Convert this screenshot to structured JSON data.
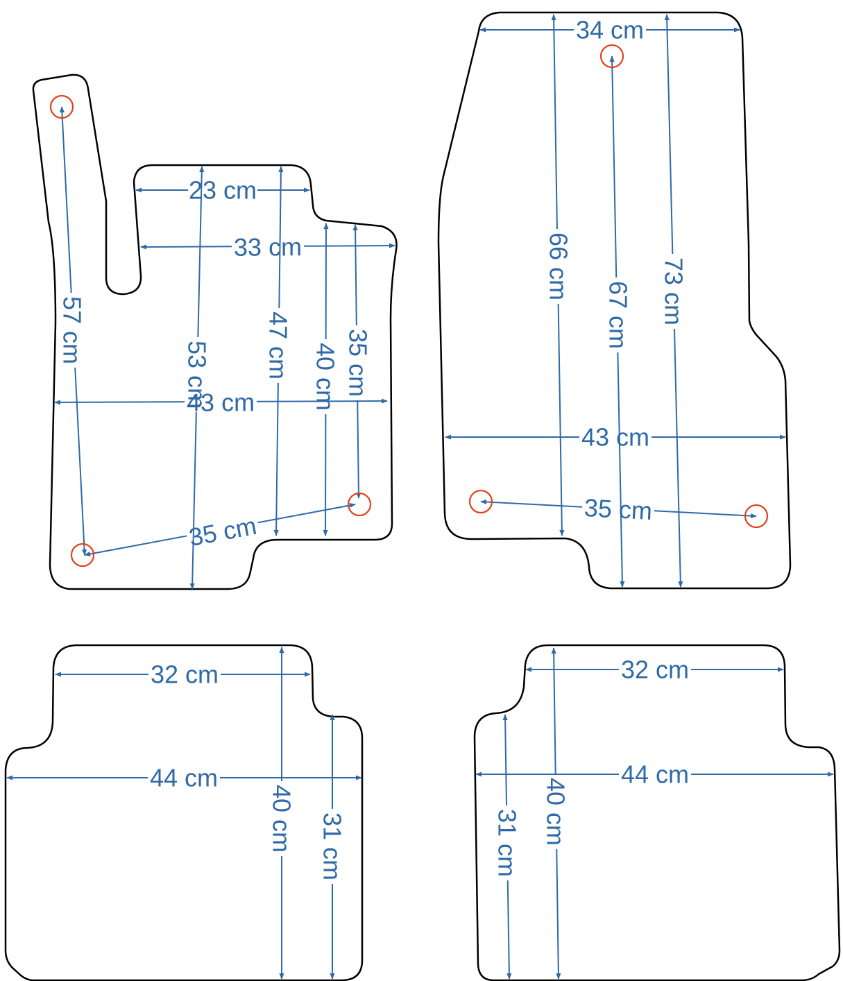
{
  "colors": {
    "dimension": "#2f6aa6",
    "outline": "#000000",
    "fixing_hole": "#e2401c"
  },
  "mats": {
    "driver_front": {
      "dimensions": [
        "57 cm",
        "53 cm",
        "47 cm",
        "40 cm",
        "35 cm",
        "23 cm",
        "33 cm",
        "43 cm",
        "35 cm"
      ]
    },
    "passenger_front": {
      "dimensions": [
        "34 cm",
        "66 cm",
        "67 cm",
        "73 cm",
        "43 cm",
        "35 cm"
      ]
    },
    "rear_left": {
      "dimensions": [
        "32 cm",
        "44 cm",
        "40 cm",
        "31 cm"
      ]
    },
    "rear_right": {
      "dimensions": [
        "32 cm",
        "44 cm",
        "40 cm",
        "31 cm"
      ]
    }
  }
}
